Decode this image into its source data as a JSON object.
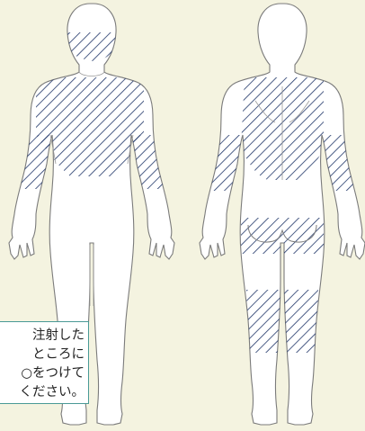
{
  "instruction_note": {
    "lines": [
      "注射した",
      "ところに",
      "○をつけて",
      "ください。"
    ]
  },
  "colors": {
    "background": "#f4f3e0",
    "body_fill": "#ffffff",
    "body_outline": "#7b7b7b",
    "hatch": "#1f3568",
    "note_border": "#4a9a96"
  },
  "figures": [
    {
      "view": "front",
      "hatched_areas": [
        "abdomen",
        "upper-arm-left",
        "upper-arm-right",
        "face"
      ]
    },
    {
      "view": "back",
      "hatched_areas": [
        "back",
        "upper-arm-left",
        "upper-arm-right",
        "buttock",
        "thigh-left",
        "thigh-right"
      ]
    }
  ]
}
